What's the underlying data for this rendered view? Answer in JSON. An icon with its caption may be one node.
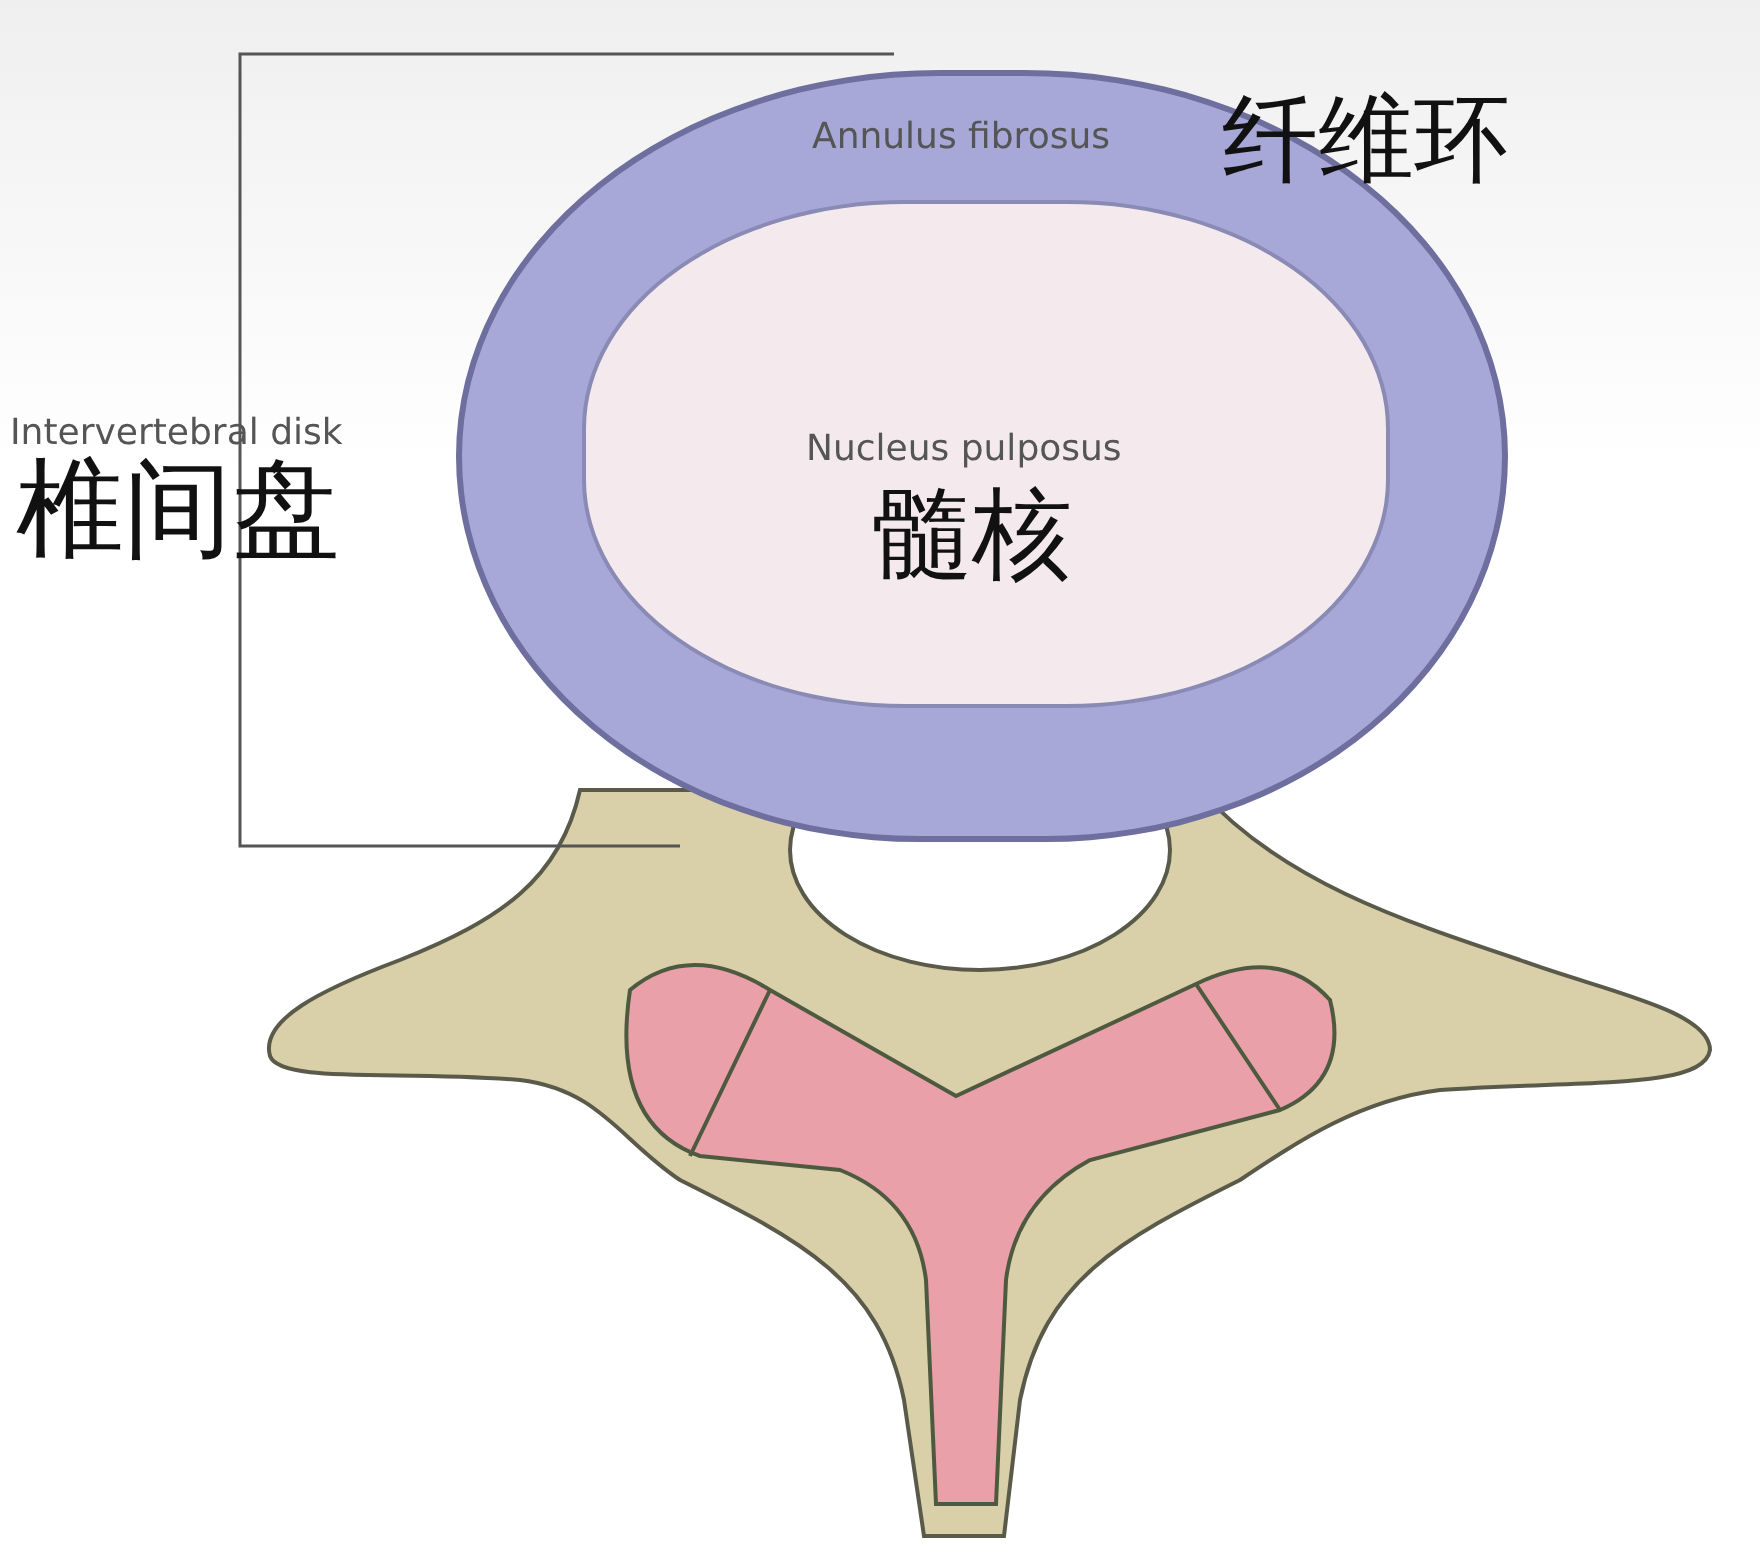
{
  "diagram": {
    "nodes": [
      {
        "text": [
          "Annulus fibrosus",
          "纤维环"
        ]
      },
      {
        "text": [
          "Nucleus pulposus",
          "髓核"
        ],
        "in": 0
      }
    ],
    "labels": [
      "Intervertebral disk",
      "椎间盘"
    ]
  }
}
